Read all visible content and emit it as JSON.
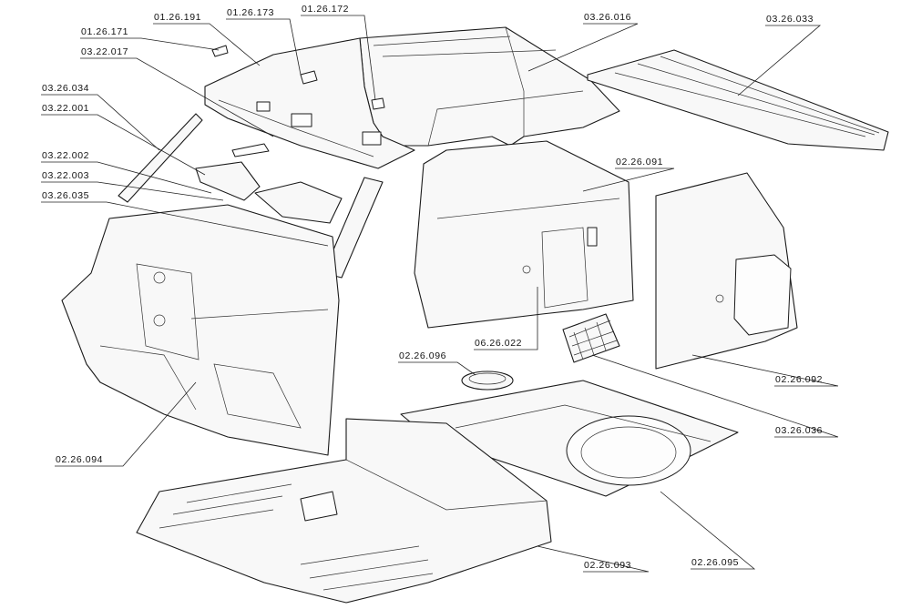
{
  "callouts": {
    "c_01_26_171": "01.26.171",
    "c_01_26_191": "01.26.191",
    "c_01_26_173": "01.26.173",
    "c_01_26_172": "01.26.172",
    "c_03_26_016": "03.26.016",
    "c_03_26_033": "03.26.033",
    "c_03_22_017": "03.22.017",
    "c_03_26_034": "03.26.034",
    "c_03_22_001": "03.22.001",
    "c_03_22_002": "03.22.002",
    "c_03_22_003": "03.22.003",
    "c_03_26_035": "03.26.035",
    "c_02_26_091": "02.26.091",
    "c_02_26_096": "02.26.096",
    "c_06_26_022": "06.26.022",
    "c_02_26_092": "02.26.092",
    "c_03_26_036": "03.26.036",
    "c_02_26_094": "02.26.094",
    "c_02_26_093": "02.26.093",
    "c_02_26_095": "02.26.095"
  }
}
